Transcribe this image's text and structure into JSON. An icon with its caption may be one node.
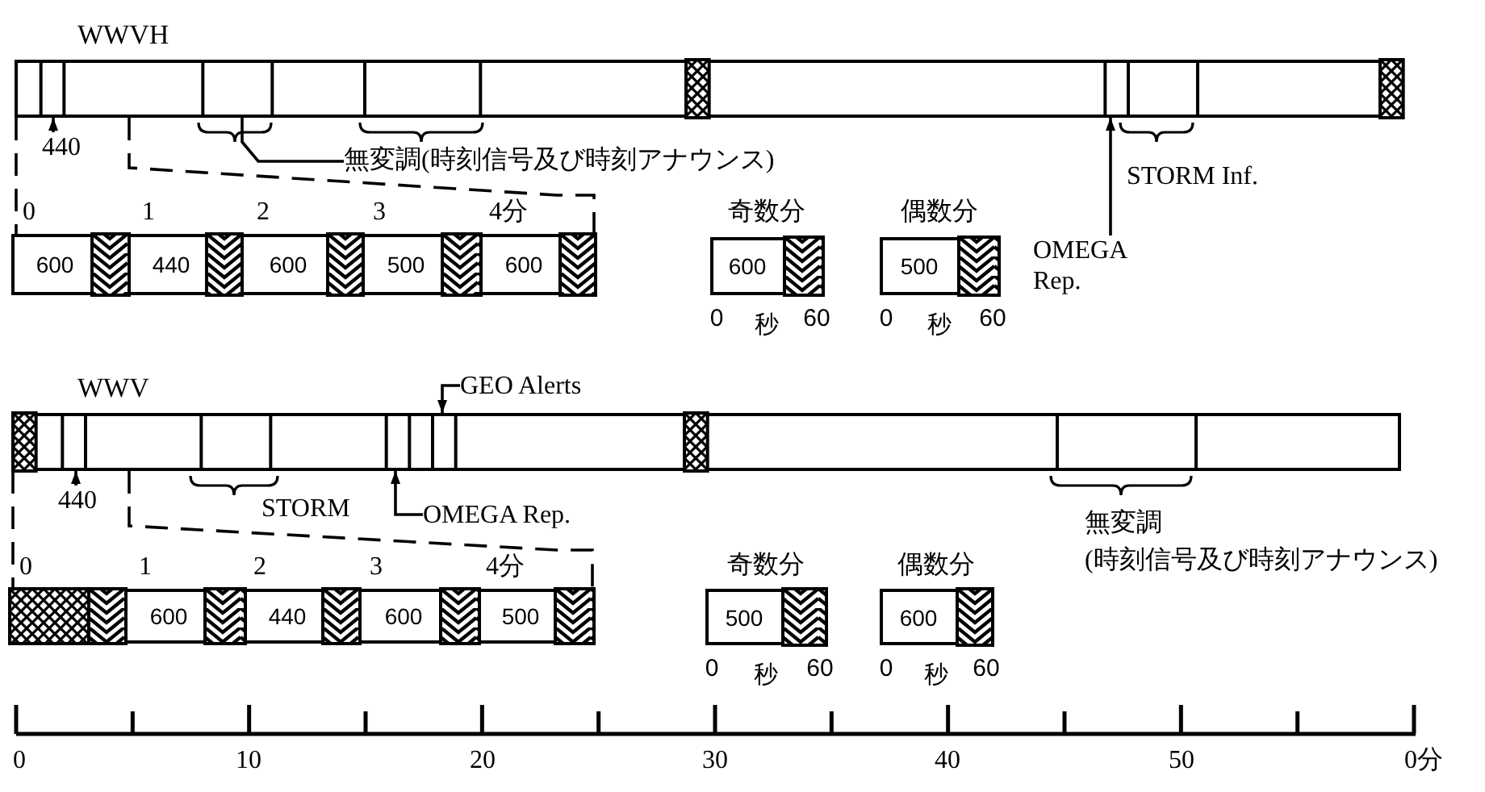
{
  "diagram": {
    "nodes": [
      {
        "text": [],
        "shape": "bar",
        "beside": [
          "WWVH"
        ]
      },
      {
        "text": [
          "440"
        ]
      },
      {
        "text": [
          "無変調(時刻信号及び時刻アナウンス)"
        ]
      },
      {
        "text": [
          "OMEGA Rep."
        ]
      },
      {
        "text": [],
        "shape": "bar"
      },
      {
        "text": [
          "600"
        ],
        "in": 4
      },
      {
        "text": [
          "440"
        ],
        "in": 4
      },
      {
        "text": [
          "600"
        ],
        "in": 4
      },
      {
        "text": [
          "500"
        ],
        "in": 4
      },
      {
        "text": [
          "600"
        ],
        "in": 4
      },
      {
        "text": [
          "奇数分",
          "600"
        ],
        "beside": [
          "0",
          "秒",
          "60"
        ]
      },
      {
        "text": [
          "偶数分",
          "500"
        ],
        "beside": [
          "0",
          "秒",
          "60"
        ]
      },
      {
        "text": [],
        "shape": "bar",
        "beside": [
          "WWV"
        ]
      },
      {
        "text": [
          "440"
        ]
      },
      {
        "text": [
          "GEO Alerts"
        ]
      },
      {
        "text": [
          "OMEGA Rep."
        ]
      },
      {
        "text": [],
        "shape": "bar"
      },
      {
        "text": [
          "600"
        ],
        "in": 16
      },
      {
        "text": [
          "440"
        ],
        "in": 16
      },
      {
        "text": [
          "600"
        ],
        "in": 16
      },
      {
        "text": [
          "500"
        ],
        "in": 16
      },
      {
        "text": [
          "奇数分",
          "500"
        ],
        "beside": [
          "0",
          "秒",
          "60"
        ]
      },
      {
        "text": [
          "偶数分",
          "600"
        ],
        "beside": [
          "0",
          "秒",
          "60"
        ]
      }
    ],
    "edges": [
      {
        "from": 1,
        "to": 0,
        "arrow": "to"
      },
      {
        "from": 3,
        "to": 0,
        "arrow": "to"
      },
      {
        "from": 2,
        "to": 0,
        "arrow": "none"
      },
      {
        "from": 0,
        "to": 4,
        "arrow": "none",
        "style": "dashed"
      },
      {
        "from": 0,
        "to": 4,
        "arrow": "none",
        "style": "dashed"
      },
      {
        "from": 13,
        "to": 12,
        "arrow": "to"
      },
      {
        "from": 14,
        "to": 12,
        "arrow": "to"
      },
      {
        "from": 15,
        "to": 12,
        "arrow": "to"
      },
      {
        "from": 12,
        "to": 16,
        "arrow": "none",
        "style": "dashed"
      },
      {
        "from": 12,
        "to": 16,
        "arrow": "none",
        "style": "dashed"
      }
    ],
    "labels": [
      "STORM Inf.",
      "0",
      "1",
      "2",
      "3",
      "4分",
      "STORM",
      "無変調(時刻信号及び時刻アナウンス)",
      "0",
      "1",
      "2",
      "3",
      "4分",
      "0",
      "10",
      "20",
      "30",
      "40",
      "50",
      "0分"
    ]
  }
}
